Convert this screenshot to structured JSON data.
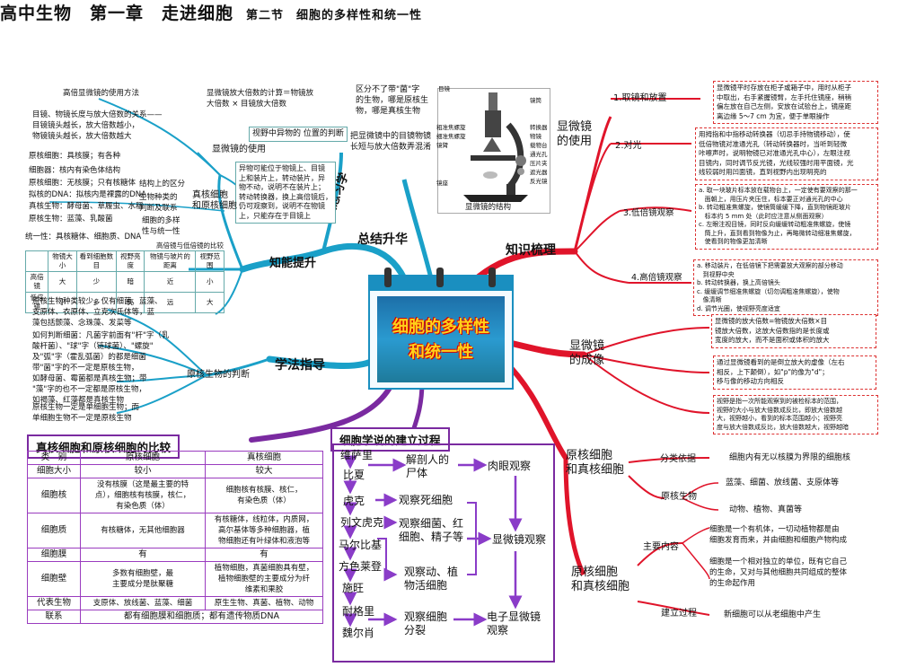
{
  "title": {
    "main": "高中生物　第一章　走进细胞",
    "sub": "第二节　细胞的多样性和统一性"
  },
  "center": {
    "line1": "细胞的多样性",
    "line2": "和统一性"
  },
  "branches": {
    "zongjie": "总结升华",
    "zhishi": "知识梳理",
    "xuefa": "学法指导",
    "nengli": "知能提升",
    "fansi": "反思习学"
  },
  "left_top": {
    "h1": "高倍显微镜的使用方法",
    "t1": "目镜、物镜长度与放大倍数的关系——\n目镜镜头越长，放大倍数越小，\n物镜镜头越长，放大倍数越大",
    "t2": "显微镜放大倍数的计算＝物镜放\n大倍数 × 目镜放大倍数",
    "use": "显微镜的使用",
    "q1": "视野中异物的\n位置的判断",
    "q2": "异物可能位于物镜上、目镜\n上和装片上，转动装片，异\n物不动，说明不在装片上；\n转动转换器，换上高倍镜后，\n仍可观察到，说明不在物镜\n上，只能存在于目镜上"
  },
  "left_mid": {
    "rows": [
      "原核细胞：具核膜；有各种",
      "细胞器：核内有染色体结构",
      "原核细胞：无核膜；只有核糖体",
      "拟核的DNA：拟核内是裸露的DNA",
      "真核生物：酵母菌、草履虫、水稻",
      "原核生物：蓝藻、乳酸菌"
    ],
    "struct": "结构上的区分",
    "kinds": "生物种类的\n判断及联系",
    "org": "细胞的多样\n性与统一性",
    "unity": "统一性：具核糖体、细胞质、DNA",
    "zr": "真核细胞\n和原核细胞"
  },
  "mini_table": {
    "caption": "高倍镜与低倍镜的比较",
    "headers": [
      "",
      "物镜大小",
      "看到细胞数目",
      "视野亮度",
      "物镜与玻片的距离",
      "视野范围"
    ],
    "rows": [
      [
        "高倍镜",
        "大",
        "少",
        "暗",
        "近",
        "小"
      ],
      [
        "低倍镜",
        "小",
        "多",
        "亮",
        "远",
        "大"
      ]
    ]
  },
  "left_low": {
    "t1": "原核生物种类较少，仅有细菌、蓝藻、\n支原体、衣原体、立克次氏体等，蓝\n藻包括颤藻、念珠藻、发菜等",
    "t2": "如何判断细菌：凡菌字前面有\"杆\"字（乳\n酸杆菌）、\"球\"字（链球菌）、\"螺旋\"\n及\"弧\"字（霍乱弧菌）的都是细菌",
    "t3": "带\"菌\"字的不一定是原核生物，\n如酵母菌、霉菌都是真核生物；带\n\"藻\"字的也不一定都是原核生物，\n如褐藻、红藻都是真核生物",
    "t4": "原核生物一定是单细胞生物；而\n单细胞生物不一定是原核生物",
    "judge": "原核生物的判断"
  },
  "reflect": {
    "q1": "区分不了带\"菌\"字\n的生物，哪是原核生\n物，哪是真核生物",
    "q2": "把显微镜中的目镜物镜\n长短与放大倍数弄混淆"
  },
  "micro": {
    "caption": "显微镜的结构",
    "labels": [
      "目镜",
      "粗准焦螺旋",
      "细准焦螺旋",
      "镜臂",
      "镜座",
      "镜筒",
      "转换器",
      "物镜",
      "载物台",
      "通光孔",
      "压片夹",
      "遮光器",
      "反光镜"
    ]
  },
  "right": {
    "use": "显微镜\n的使用",
    "steps": [
      "1.取镜和放置",
      "2.对光",
      "3.低倍镜观察",
      "4.高倍镜观察"
    ],
    "b1": "显微镜平时存放在柜子或箱子中，用时从柜子\n中取出，右手紧握镜臂，左手托住镜座，稍稍\n偏左放在自己左侧，安放在试验台上，镜座距\n离边缘 5～7 cm 为宜，便于单眼操作",
    "b2": "用拇指和中指移动转换器（切忌手持物镜移动），使\n低倍物镜对准通光孔（转动转换器时，当听到轻微\n咔嚓声时，说明物镜已对准通光孔中心），左眼注视\n目镜内，同时调节反光镜，光线较强时用平面镜，光\n线较弱时用凹面镜，直到视野内出现明亮的",
    "b3": "a. 取一块玻片标本放在载物台上，一定使有要观察的那一\n   面朝上，用压片夹压住，标本要正对通光孔的中心\nb. 转动粗准焦螺旋，使镜筒缓缓下降，直到物镜距玻片\n   标本约 5 mm 处（此时应注意从侧面观察）\nc. 左眼注视目镜，同时反向缓缓转动粗准焦螺旋，使镜\n   筒上升，直到看到物像为止，再略微转动细准焦螺旋，\n   使看到的物像更加清晰",
    "b4": "a. 移动装片，在低倍镜下把需要放大观察的部分移动\n   到视野中央\nb. 转动转换器，换上高倍镜头\nc. 缓缓调节细准焦螺旋（切勿调粗准焦螺旋），使物\n   像清晰\nd. 调节光圈，使视野亮度适宜",
    "image": "显微镜\n的成像",
    "b5": "显微镜的放大倍数=物镜放大倍数×目\n镜放大倍数，这放大倍数指的是长度或\n宽度的放大，而不是面积或体积的放大",
    "b6": "通过显微镜看到的是倒立放大的虚像（左右\n相反，上下颠倒），如\"p\"的像为\"d\"；\n移与像的移动方向相反",
    "b7": "视野是指一次所能观察到的被检标本的范围，\n视野的大小与放大倍数成反比，即放大倍数越\n大，视野越小，看到的标本范围越小；视野亮\n度与放大倍数成反比，放大倍数越大，视野越暗",
    "zr": "原核细胞\n和真核细胞",
    "cls": "分类依据",
    "cls_t": "细胞内有无以核膜为界限的细胞核",
    "pro": "原核生物",
    "pro_t": "蓝藻、细菌、放线菌、支原体等",
    "eu_t": "动物、植物、真菌等",
    "cell": "原核细胞\n和真核细胞",
    "content": "主要内容",
    "c1": "细胞是一个有机体，一切动植物都是由\n细胞发育而来，并由细胞和细胞产物构成",
    "c2": "细胞是一个相对独立的单位，既有它自己\n的生命，又对与其他细胞共同组成的整体\n的生命起作用",
    "build": "建立过程",
    "c3": "新细胞可以从老细胞中产生"
  },
  "compare": {
    "caption": "真核细胞和原核细胞的比较",
    "headers": [
      "类　别",
      "原核细胞",
      "真核细胞"
    ],
    "rows": [
      [
        "细胞大小",
        "较小",
        "较大"
      ],
      [
        "细胞核",
        "没有核膜（这是最主要的特\n点），细胞核有核膜，核仁，\n有染色质（体）",
        "细胞核有核膜、核仁，\n有染色质（体）"
      ],
      [
        "细胞质",
        "有核糖体，无其他细胞器",
        "有核糖体，线粒体，内质网，\n高尔基体等多种细胞器，植\n物细胞还有叶绿体和液泡等"
      ],
      [
        "细胞膜",
        "有",
        "有"
      ],
      [
        "细胞壁",
        "多数有细胞壁，最\n主要成分是肽聚糖",
        "植物细胞，真菌细胞具有壁，\n植物细胞壁的主要成分为纤\n维素和果胶"
      ],
      [
        "代表生物",
        "支原体、放线菌、蓝藻、细菌",
        "原生生物、真菌、植物、动物"
      ],
      [
        "联系",
        "都有细胞膜和细胞质；都有遗传物质DNA",
        ""
      ]
    ]
  },
  "history": {
    "caption": "细胞学说的建立过程",
    "people": [
      "维萨里",
      "比夏",
      "虎克",
      "列文虎克",
      "马尔比基",
      "方色莱登",
      "施旺",
      "耐格里",
      "魏尔肖"
    ],
    "events": [
      "解剖人的\n尸体",
      "肉眼观察",
      "观察死细胞",
      "观察细菌、红\n细胞、精子等",
      "显微镜观察",
      "观察动、植\n物活细胞",
      "观察细胞\n分裂",
      "电子显微镜\n观察"
    ]
  }
}
